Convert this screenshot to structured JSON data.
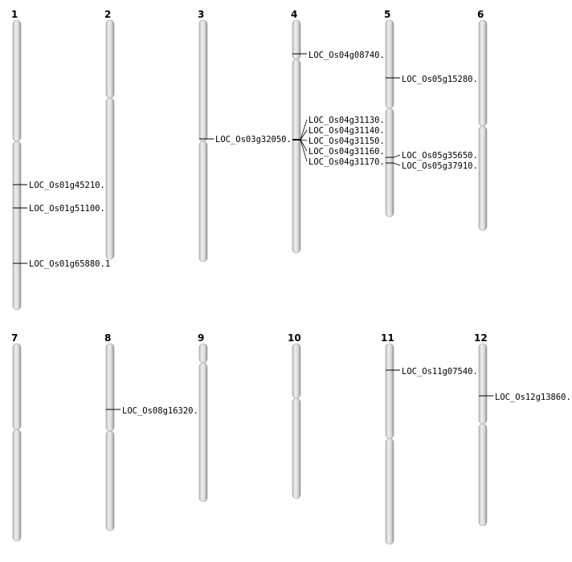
{
  "chromosomes": [
    {
      "name": "1",
      "genes": [
        "LOC_Os01g45210.1",
        "LOC_Os01g51100.1",
        "LOC_Os01g65880.1"
      ]
    },
    {
      "name": "2",
      "genes": []
    },
    {
      "name": "3",
      "genes": [
        "LOC_Os03g32050.1"
      ]
    },
    {
      "name": "4",
      "genes": [
        "LOC_Os04g08740.1",
        "LOC_Os04g31130.1",
        "LOC_Os04g31140.1",
        "LOC_Os04g31150.1",
        "LOC_Os04g31160.1",
        "LOC_Os04g31170.1"
      ]
    },
    {
      "name": "5",
      "genes": [
        "LOC_Os05g15280.1",
        "LOC_Os05g35650.1",
        "LOC_Os05g37910.1"
      ]
    },
    {
      "name": "6",
      "genes": []
    },
    {
      "name": "7",
      "genes": []
    },
    {
      "name": "8",
      "genes": [
        "LOC_Os08g16320.1"
      ]
    },
    {
      "name": "9",
      "genes": []
    },
    {
      "name": "10",
      "genes": []
    },
    {
      "name": "11",
      "genes": [
        "LOC_Os11g07540.1"
      ]
    },
    {
      "name": "12",
      "genes": [
        "LOC_Os12g13860.1"
      ]
    }
  ]
}
